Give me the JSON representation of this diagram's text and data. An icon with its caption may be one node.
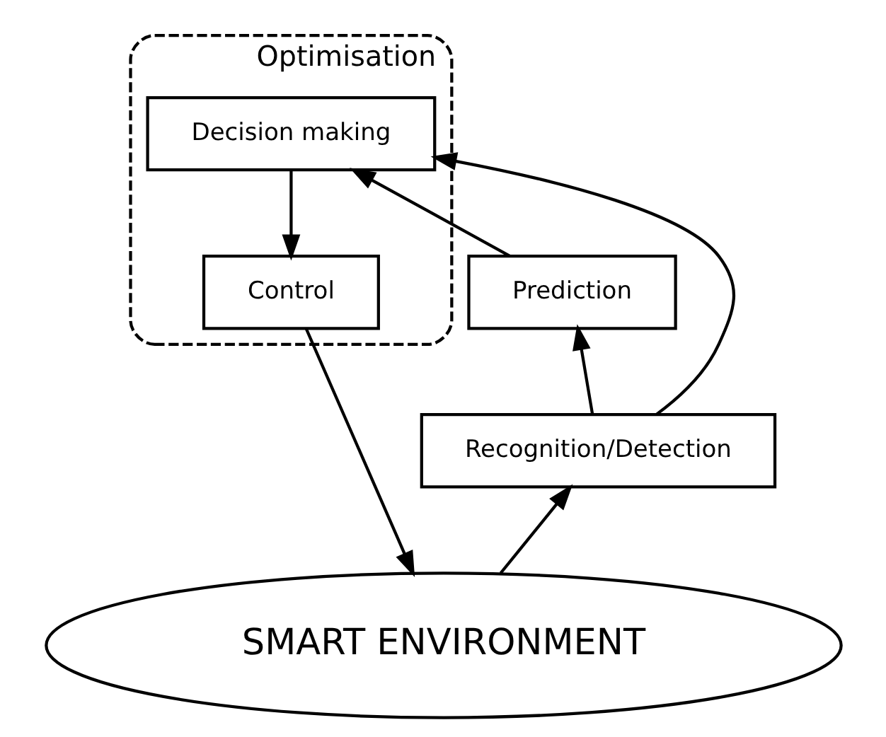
{
  "diagram": {
    "nodes": [
      {
        "text": [
          "Optimisation"
        ]
      },
      {
        "text": [
          "Decision making"
        ],
        "in": 0
      },
      {
        "text": [
          "Prediction"
        ]
      },
      {
        "text": [
          "Recognition/Detection"
        ]
      },
      {
        "text": [
          "Control"
        ],
        "in": 0
      },
      {
        "text": [
          "SMART ENVIRONMENT"
        ]
      }
    ],
    "edges": [
      {
        "from": 3,
        "to": 2,
        "arrow": "to"
      },
      {
        "from": 2,
        "to": 1,
        "arrow": "to"
      },
      {
        "from": 3,
        "to": 1,
        "arrow": "to"
      },
      {
        "from": 1,
        "to": 4,
        "arrow": "to"
      },
      {
        "from": 4,
        "to": 5,
        "arrow": "to"
      },
      {
        "from": 5,
        "to": 3,
        "arrow": "to"
      }
    ]
  }
}
